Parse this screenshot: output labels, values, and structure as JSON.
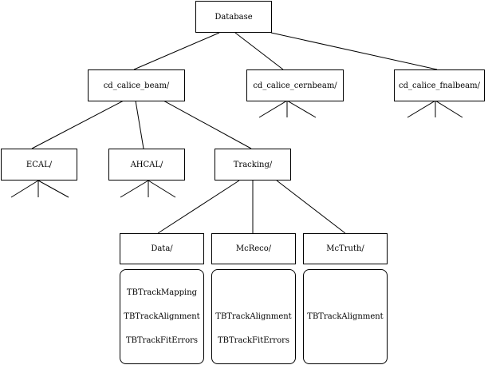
{
  "tree": {
    "root": "Database",
    "level1": [
      "cd_calice_beam/",
      "cd_calice_cernbeam/",
      "cd_calice_fnalbeam/"
    ],
    "level2": [
      "ECAL/",
      "AHCAL/",
      "Tracking/"
    ],
    "level3": [
      "Data/",
      "McReco/",
      "McTruth/"
    ],
    "contents": {
      "data": [
        "TBTrackMapping",
        "TBTrackAlignment",
        "TBTrackFitErrors"
      ],
      "mcreco": [
        "TBTrackAlignment",
        "TBTrackFitErrors"
      ],
      "mctruth": [
        "TBTrackAlignment"
      ]
    }
  }
}
